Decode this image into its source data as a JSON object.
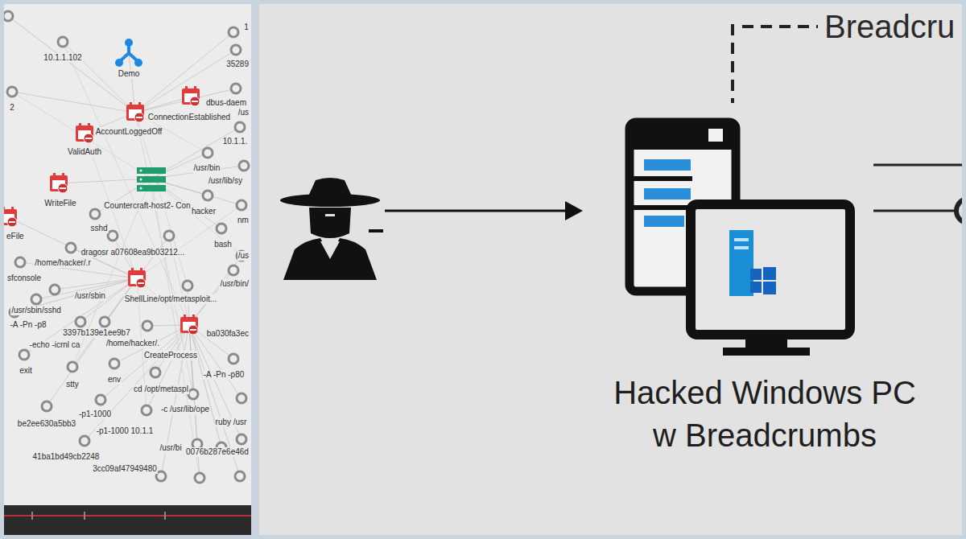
{
  "diagram": {
    "nodes": [
      {
        "text": [
          "Hacked Windows PC w Breadcrumbs"
        ]
      }
    ],
    "labels": [
      "10.1.1.102",
      "Demo",
      "1",
      "35289",
      "2",
      "ConnectionEstablished",
      "dbus-daem",
      "/us",
      "AccountLoggedOff",
      "10.1.1.",
      "ValidAuth",
      "/usr/bin",
      "/usr/lib/sy",
      "WriteFile",
      "Countercraft-host2- Con",
      "hacker",
      "nm",
      "sshd",
      "eFile",
      "dragosr a07608ea9b03212...",
      "bash",
      "/home/hacker/.r",
      "/us",
      "sfconsole",
      "/usr/sbin",
      "ShellLine/opt/metasploit...",
      "/usr/bin/",
      "/usr/sbin/sshd",
      "-A -Pn -p8",
      "ba030fa3ec",
      "-echo -icrnl ca",
      "3397b139e1ee9b7",
      "/home/hacker/.",
      "CreateProcess",
      "exit",
      "-A -Pn -p80",
      "stty",
      "env",
      "cd /opt/metaspl",
      "-p1-1000",
      "be2ee630a5bb3",
      "-c /usr/lib/ope",
      "ruby /usr",
      "-p1-1000 10.1.1",
      "41ba1bd49cb2248",
      "/usr/bi",
      "0076b287e6e46d",
      "3cc09af47949480",
      "Breadcru"
    ]
  }
}
